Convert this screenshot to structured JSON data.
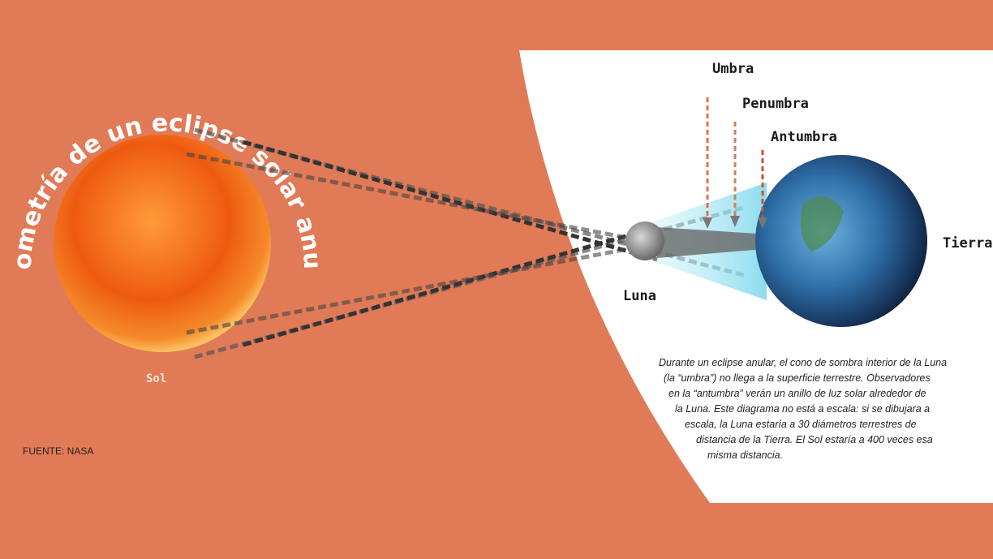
{
  "title": "Geometría de un eclipse solar anular",
  "labels": {
    "umbra": "Umbra",
    "penumbra": "Penumbra",
    "antumbra": "Antumbra",
    "tierra": "Tierra",
    "luna": "Luna",
    "sol": "Sol"
  },
  "caption_lines": [
    "Durante un eclipse anular, el cono de sombra interior de la Luna",
    "(la “umbra”) no llega a la superficie terrestre. Observadores",
    "en la “antumbra” verán un anillo de luz solar alrededor de",
    "la Luna. Este diagrama no está a escala: si se dibujara a",
    "escala, la Luna estaría a 30 diámetros terrestres de",
    "distancia de la Tierra. El Sol estaría a 400 veces esa",
    "misma distancia."
  ],
  "source": "FUENTE: NASA",
  "colors": {
    "background": "#E17A56",
    "panel": "#FFFFFF",
    "sun": "#F06A1E",
    "earth": "#2E6FA8",
    "shadow_cone": "#9FE3F0"
  }
}
